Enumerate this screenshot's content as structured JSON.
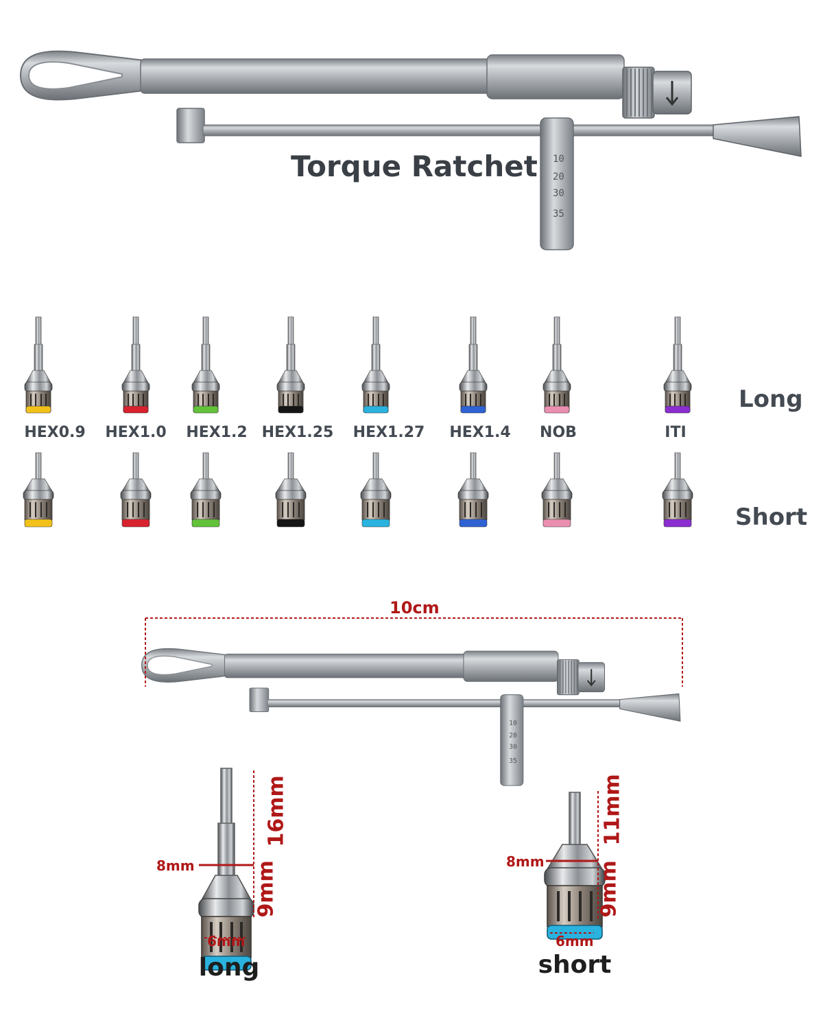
{
  "header": {
    "title": "Torque Ratchet"
  },
  "drivers": {
    "types": [
      {
        "label": "HEX0.9",
        "color": "#f2c21a"
      },
      {
        "label": "HEX1.0",
        "color": "#d8222e"
      },
      {
        "label": "HEX1.2",
        "color": "#62c23a"
      },
      {
        "label": "HEX1.25",
        "color": "#151515"
      },
      {
        "label": "HEX1.27",
        "color": "#29b3de"
      },
      {
        "label": "HEX1.4",
        "color": "#2f63d4"
      },
      {
        "label": "NOB",
        "color": "#ea8fb0"
      },
      {
        "label": "ITI",
        "color": "#8a2ed0"
      }
    ],
    "row_long_label": "Long",
    "row_short_label": "Short"
  },
  "dimensions": {
    "wrench_length": "10cm",
    "long": {
      "caption": "long",
      "shaft": "16mm",
      "head": "9mm",
      "head_width": "8mm",
      "base_width": "6mm"
    },
    "short": {
      "caption": "short",
      "shaft": "11mm",
      "head": "9mm",
      "head_width": "8mm",
      "base_width": "6mm"
    }
  },
  "colors": {
    "dimension_red": "#b01818",
    "steel": "#a9aeb3"
  }
}
